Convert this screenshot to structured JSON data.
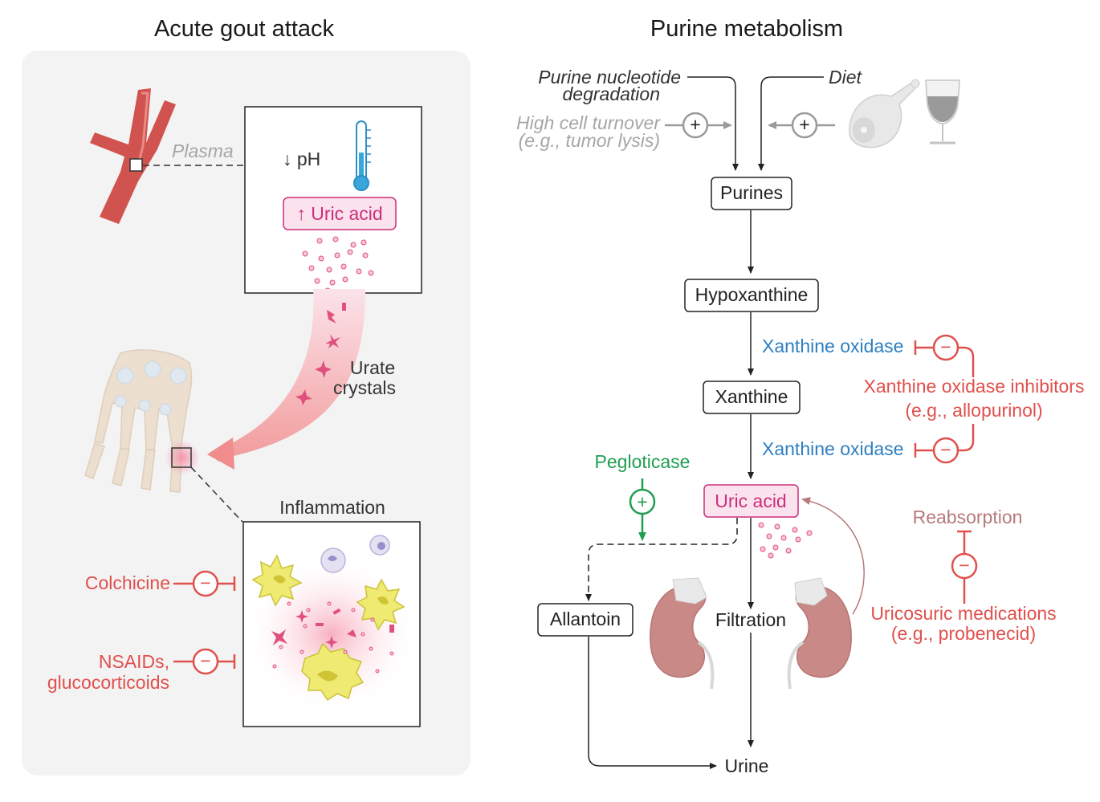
{
  "left_panel": {
    "title": "Acute gout attack",
    "plasma_label": "Plasma",
    "ph_label": "↓ pH",
    "uric_acid_label": "↑ Uric acid",
    "urate_crystals_line1": "Urate",
    "urate_crystals_line2": "crystals",
    "inflammation_label": "Inflammation",
    "colchicine_label": "Colchicine",
    "nsaids_line1": "NSAIDs,",
    "nsaids_line2": "glucocorticoids"
  },
  "right_panel": {
    "title": "Purine metabolism",
    "purine_nucleotide_line1": "Purine nucleotide",
    "purine_nucleotide_line2": "degradation",
    "diet_label": "Diet",
    "high_cell_turnover_line1": "High cell turnover",
    "high_cell_turnover_line2": "(e.g., tumor lysis)",
    "purines": "Purines",
    "hypoxanthine": "Hypoxanthine",
    "xanthine": "Xanthine",
    "uric_acid": "Uric acid",
    "allantoin": "Allantoin",
    "urine": "Urine",
    "xanthine_oxidase_1": "Xanthine oxidase",
    "xanthine_oxidase_2": "Xanthine oxidase",
    "xo_inhibitors_line1": "Xanthine oxidase inhibitors",
    "xo_inhibitors_line2": "(e.g., allopurinol)",
    "pegloticase": "Pegloticase",
    "filtration": "Filtration",
    "reabsorption": "Reabsorption",
    "uricosuric_line1": "Uricosuric medications",
    "uricosuric_line2": "(e.g., probenecid)"
  },
  "symbols": {
    "plus": "+",
    "minus": "−"
  },
  "colors": {
    "inhibitor_red": "#e0504d",
    "enzyme_blue": "#2e7fc1",
    "activator_green": "#1f9e52",
    "uric_pink": "#cc2f7b",
    "kidney": "#c98a87",
    "panel_bg": "#f3f3f3"
  }
}
